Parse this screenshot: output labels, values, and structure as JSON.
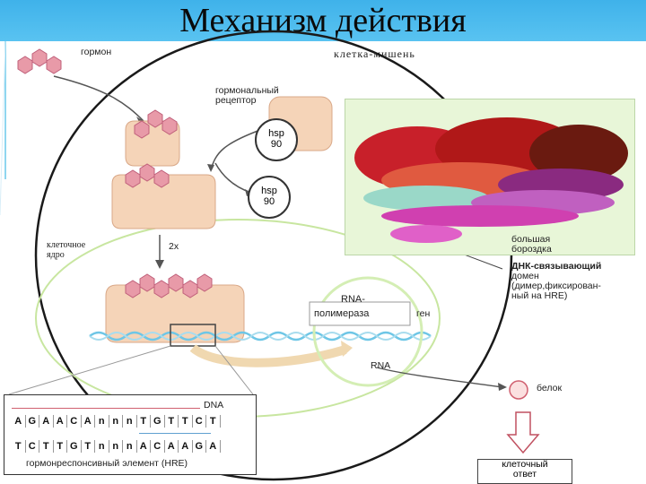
{
  "title": "Механизм действия",
  "labels": {
    "hormone": "гормон",
    "target_cell": "клетка-мишень",
    "receptor_line1": "гормональный",
    "receptor_line2": "рецептор",
    "hsp_top": "hsp",
    "hsp_bottom": "90",
    "nucleus_line1": "клеточное",
    "nucleus_line2": "ядро",
    "dimer": "2x",
    "rna_pol_line1": "RNA-",
    "rna_pol_line2": "полимераза",
    "gene": "ген",
    "rna": "RNA",
    "protein": "белок",
    "major_groove_line1": "большая",
    "major_groove_line2": "бороздка",
    "dbd_line1": "ДНК-связывающий",
    "dbd_line2": "домен",
    "dbd_line3": "(димер,фиксирован-",
    "dbd_line4": "ный на HRE)",
    "dna": "DNA",
    "hre": "гормонреспонсивный элемент (HRE)",
    "response_line1": "клеточный",
    "response_line2": "ответ"
  },
  "sequence": {
    "top": [
      "A",
      "G",
      "A",
      "A",
      "C",
      "A",
      "n",
      "n",
      "n",
      "T",
      "G",
      "T",
      "T",
      "C",
      "T"
    ],
    "bottom": [
      "T",
      "C",
      "T",
      "T",
      "G",
      "T",
      "n",
      "n",
      "n",
      "A",
      "C",
      "A",
      "A",
      "G",
      "A"
    ]
  }
}
